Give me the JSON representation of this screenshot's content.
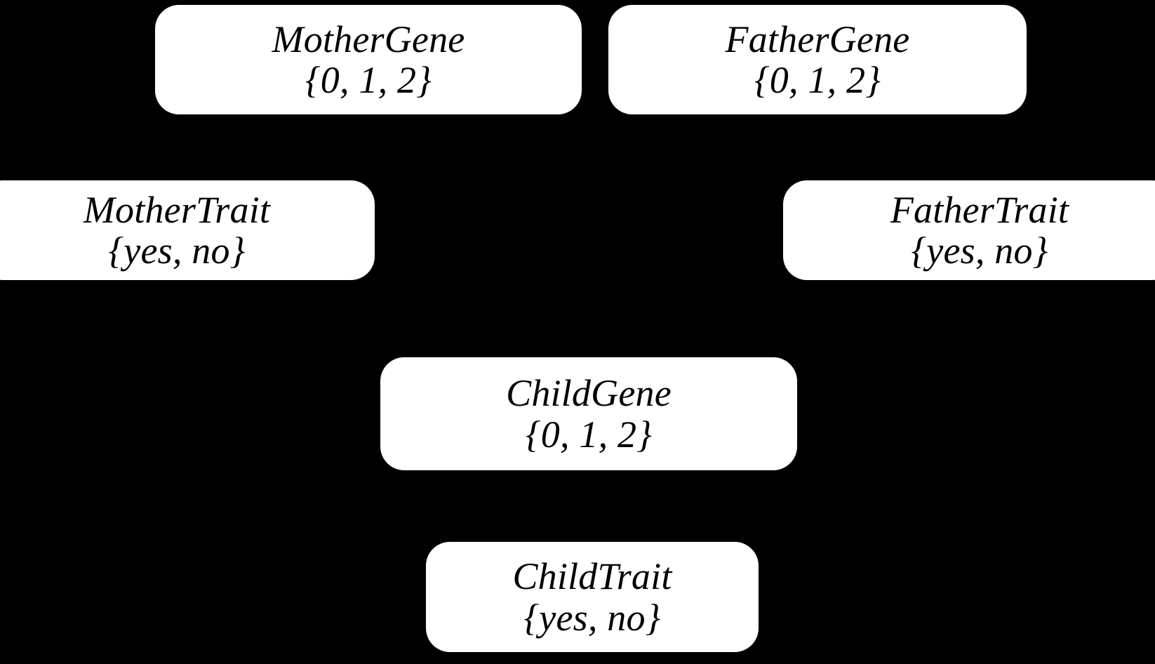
{
  "figure": {
    "kind": "bayesian-network",
    "background_color": "#000000",
    "node_fill_color": "#ffffff",
    "node_text_color": "#000000",
    "edge_color": "#000000"
  },
  "nodes": [
    {
      "id": "mother-gene",
      "label": "MotherGene",
      "domain": "{0, 1, 2}"
    },
    {
      "id": "father-gene",
      "label": "FatherGene",
      "domain": "{0, 1, 2}"
    },
    {
      "id": "mother-trait",
      "label": "MotherTrait",
      "domain": "{yes, no}"
    },
    {
      "id": "father-trait",
      "label": "FatherTrait",
      "domain": "{yes, no}"
    },
    {
      "id": "child-gene",
      "label": "ChildGene",
      "domain": "{0, 1, 2}"
    },
    {
      "id": "child-trait",
      "label": "ChildTrait",
      "domain": "{yes, no}"
    }
  ],
  "edges": [
    {
      "from": "mother-gene",
      "to": "mother-trait"
    },
    {
      "from": "mother-gene",
      "to": "child-gene"
    },
    {
      "from": "father-gene",
      "to": "father-trait"
    },
    {
      "from": "father-gene",
      "to": "child-gene"
    },
    {
      "from": "child-gene",
      "to": "child-trait"
    }
  ]
}
